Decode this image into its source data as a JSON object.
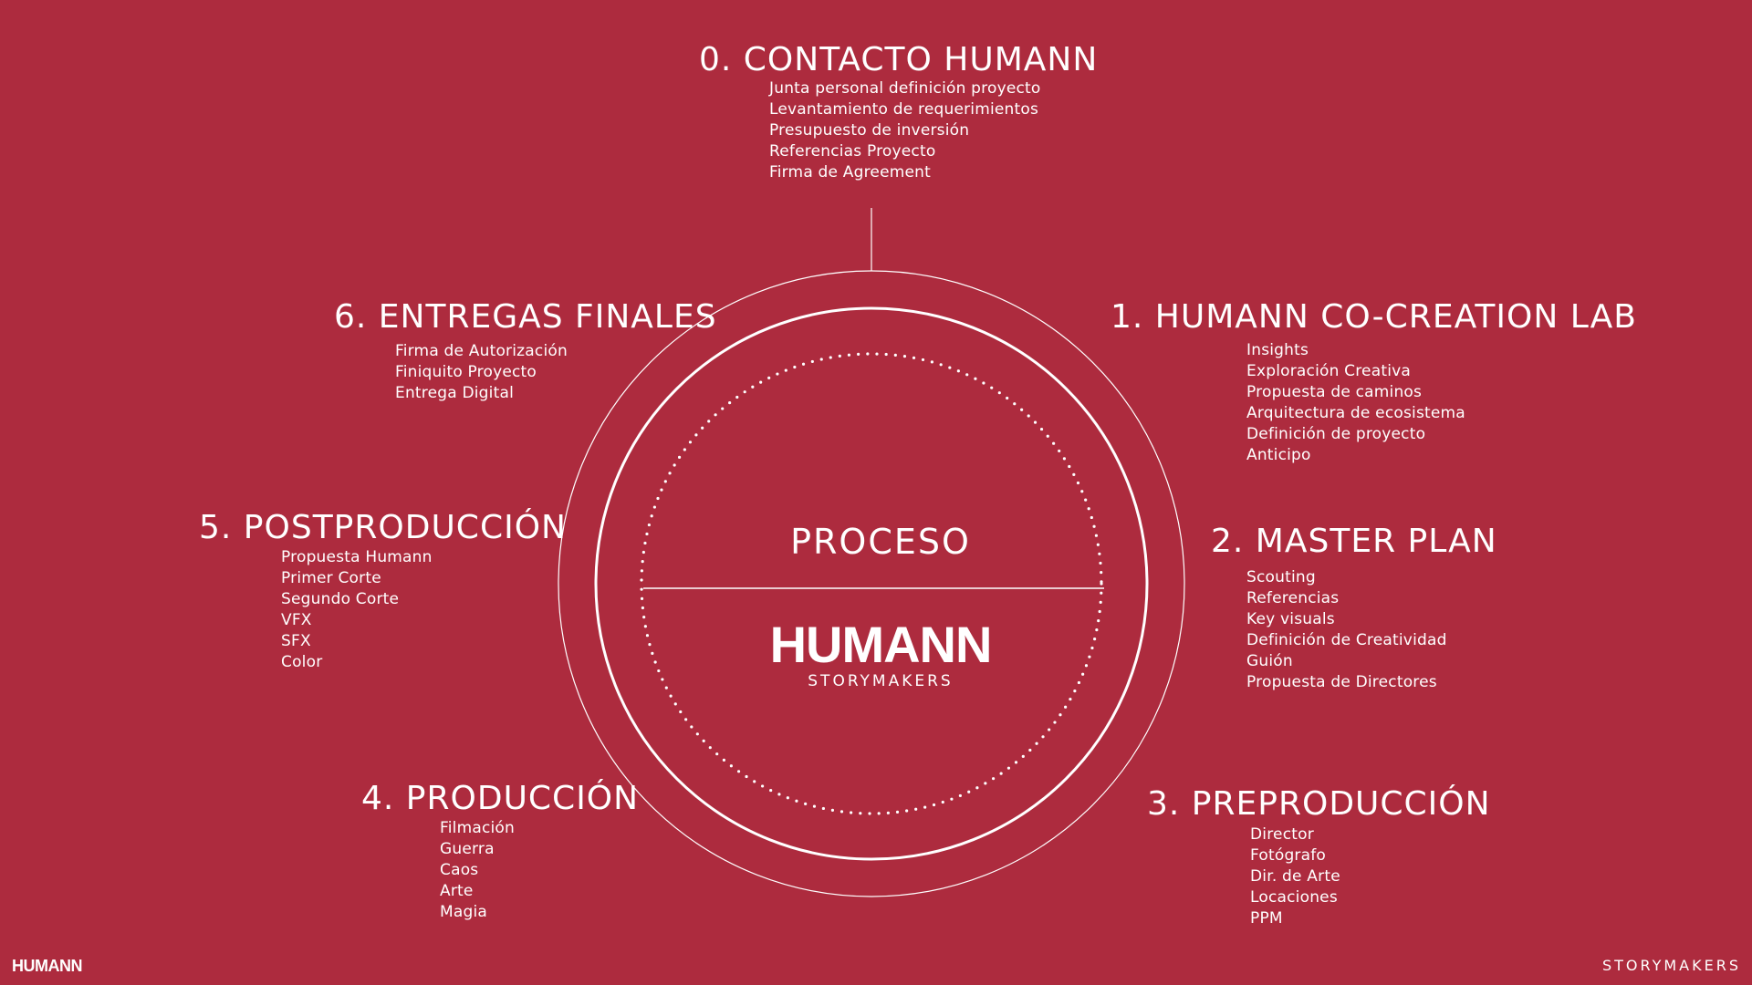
{
  "center": {
    "label": "PROCESO",
    "logo": "HUMANN",
    "logo_sub": "STORYMAKERS"
  },
  "stages": [
    {
      "title": "0. CONTACTO HUMANN",
      "items": [
        "Junta personal definición proyecto",
        "Levantamiento de requerimientos",
        "Presupuesto de inversión",
        "Referencias Proyecto",
        "Firma de Agreement"
      ]
    },
    {
      "title": "1. HUMANN CO-CREATION LAB",
      "items": [
        "Insights",
        "Exploración Creativa",
        "Propuesta de caminos",
        "Arquitectura de ecosistema",
        "Definición de proyecto",
        "Anticipo"
      ]
    },
    {
      "title": "2. MASTER PLAN",
      "items": [
        "Scouting",
        "Referencias",
        "Key visuals",
        "Definición de Creatividad",
        "Guión",
        "Propuesta de Directores"
      ]
    },
    {
      "title": "3. PREPRODUCCIÓN",
      "items": [
        "Director",
        "Fotógrafo",
        "Dir. de Arte",
        "Locaciones",
        "PPM"
      ]
    },
    {
      "title": "4. PRODUCCIÓN",
      "items": [
        "Filmación",
        "Guerra",
        "Caos",
        "Arte",
        "Magia"
      ]
    },
    {
      "title": "5. POSTPRODUCCIÓN",
      "items": [
        "Propuesta Humann",
        "Primer Corte",
        "Segundo Corte",
        "VFX",
        "SFX",
        "Color"
      ]
    },
    {
      "title": "6. ENTREGAS FINALES",
      "items": [
        "Firma de Autorización",
        "Finiquito Proyecto",
        "Entrega Digital"
      ]
    }
  ],
  "footer": {
    "left_logo": "HUMANN",
    "right_text": "STORYMAKERS"
  },
  "colors": {
    "background": "#ad2b3e",
    "foreground": "#ffffff"
  }
}
